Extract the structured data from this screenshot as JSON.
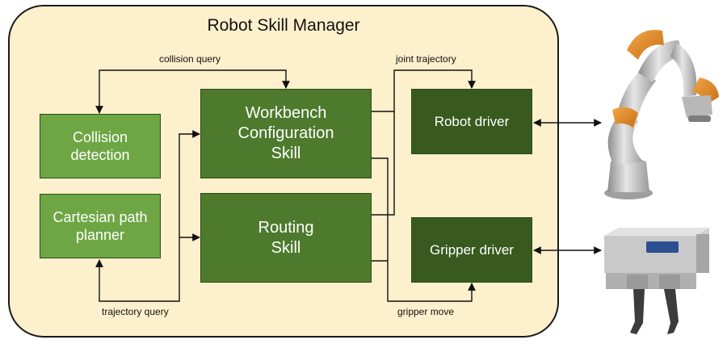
{
  "diagram": {
    "container_title": "Robot Skill Manager",
    "nodes": {
      "collision_detection": "Collision detection",
      "cartesian_path_planner": "Cartesian path planner",
      "workbench_configuration_skill": "Workbench Configuration Skill",
      "routing_skill": "Routing Skill",
      "robot_driver": "Robot driver",
      "gripper_driver": "Gripper driver"
    },
    "edge_labels": {
      "collision_query": "collision query",
      "trajectory_query": "trajectory query",
      "joint_trajectory": "joint trajectory",
      "gripper_move": "gripper move"
    },
    "colors": {
      "container_fill": "#fdf0cc",
      "light_green": "#6ea644",
      "medium_green": "#4d7a2c",
      "dark_green": "#385a1f"
    }
  }
}
